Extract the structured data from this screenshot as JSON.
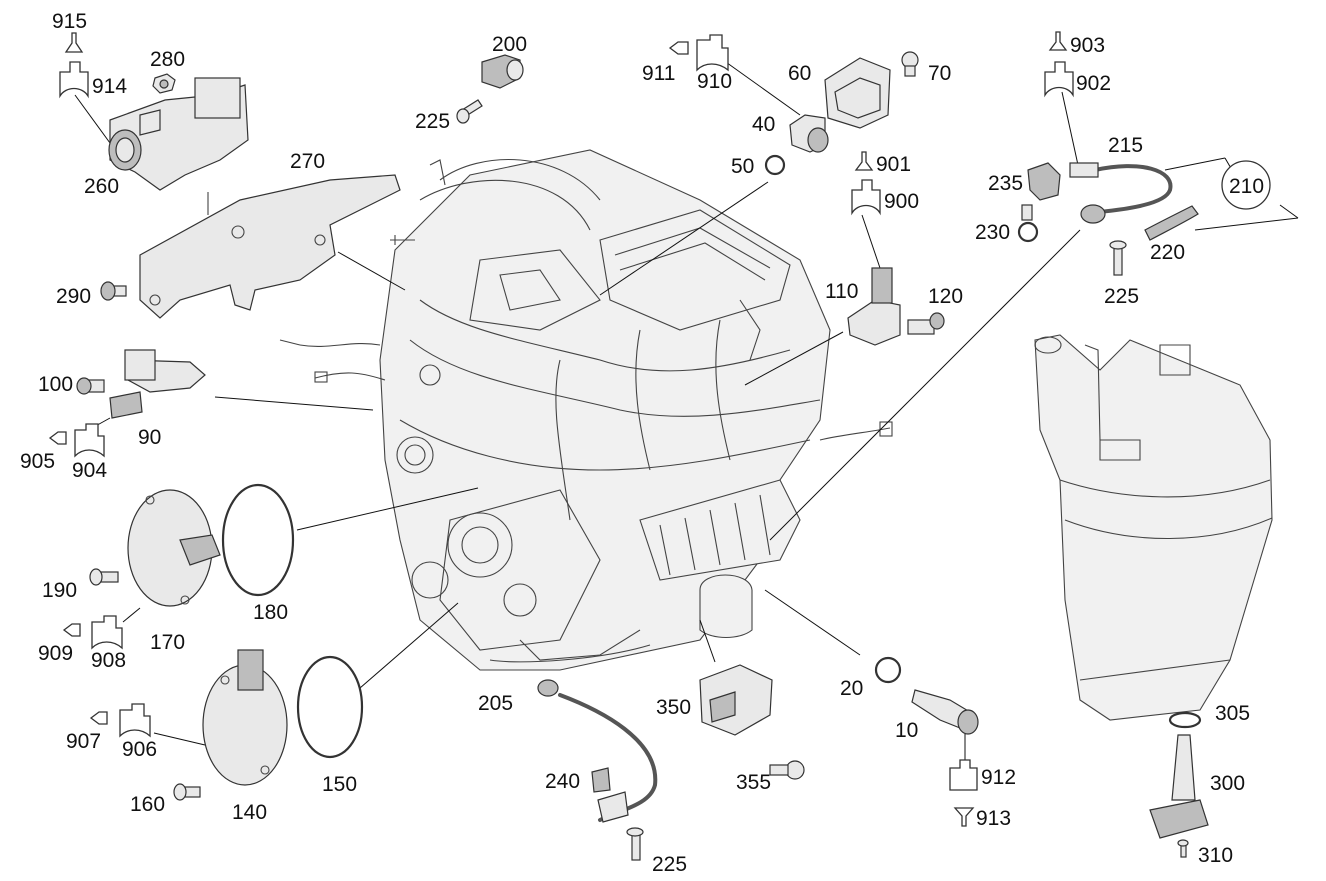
{
  "labels": {
    "l10": "10",
    "l20": "20",
    "l40": "40",
    "l50": "50",
    "l60": "60",
    "l70": "70",
    "l90": "90",
    "l100": "100",
    "l110": "110",
    "l120": "120",
    "l140": "140",
    "l150": "150",
    "l160": "160",
    "l170": "170",
    "l180": "180",
    "l190": "190",
    "l200": "200",
    "l205": "205",
    "l210": "210",
    "l215": "215",
    "l220": "220",
    "l225a": "225",
    "l225b": "225",
    "l225c": "225",
    "l230": "230",
    "l235": "235",
    "l240": "240",
    "l260": "260",
    "l270": "270",
    "l280": "280",
    "l290": "290",
    "l300": "300",
    "l305": "305",
    "l310": "310",
    "l350": "350",
    "l355": "355",
    "l900": "900",
    "l901": "901",
    "l902": "902",
    "l903": "903",
    "l904": "904",
    "l905": "905",
    "l906": "906",
    "l907": "907",
    "l908": "908",
    "l909": "909",
    "l910": "910",
    "l911": "911",
    "l912": "912",
    "l913": "913",
    "l914": "914",
    "l915": "915"
  },
  "colors": {
    "line": "#111111",
    "part_fill": "#e9e9e9",
    "part_dark": "#bdbdbd",
    "background": "#ffffff"
  }
}
